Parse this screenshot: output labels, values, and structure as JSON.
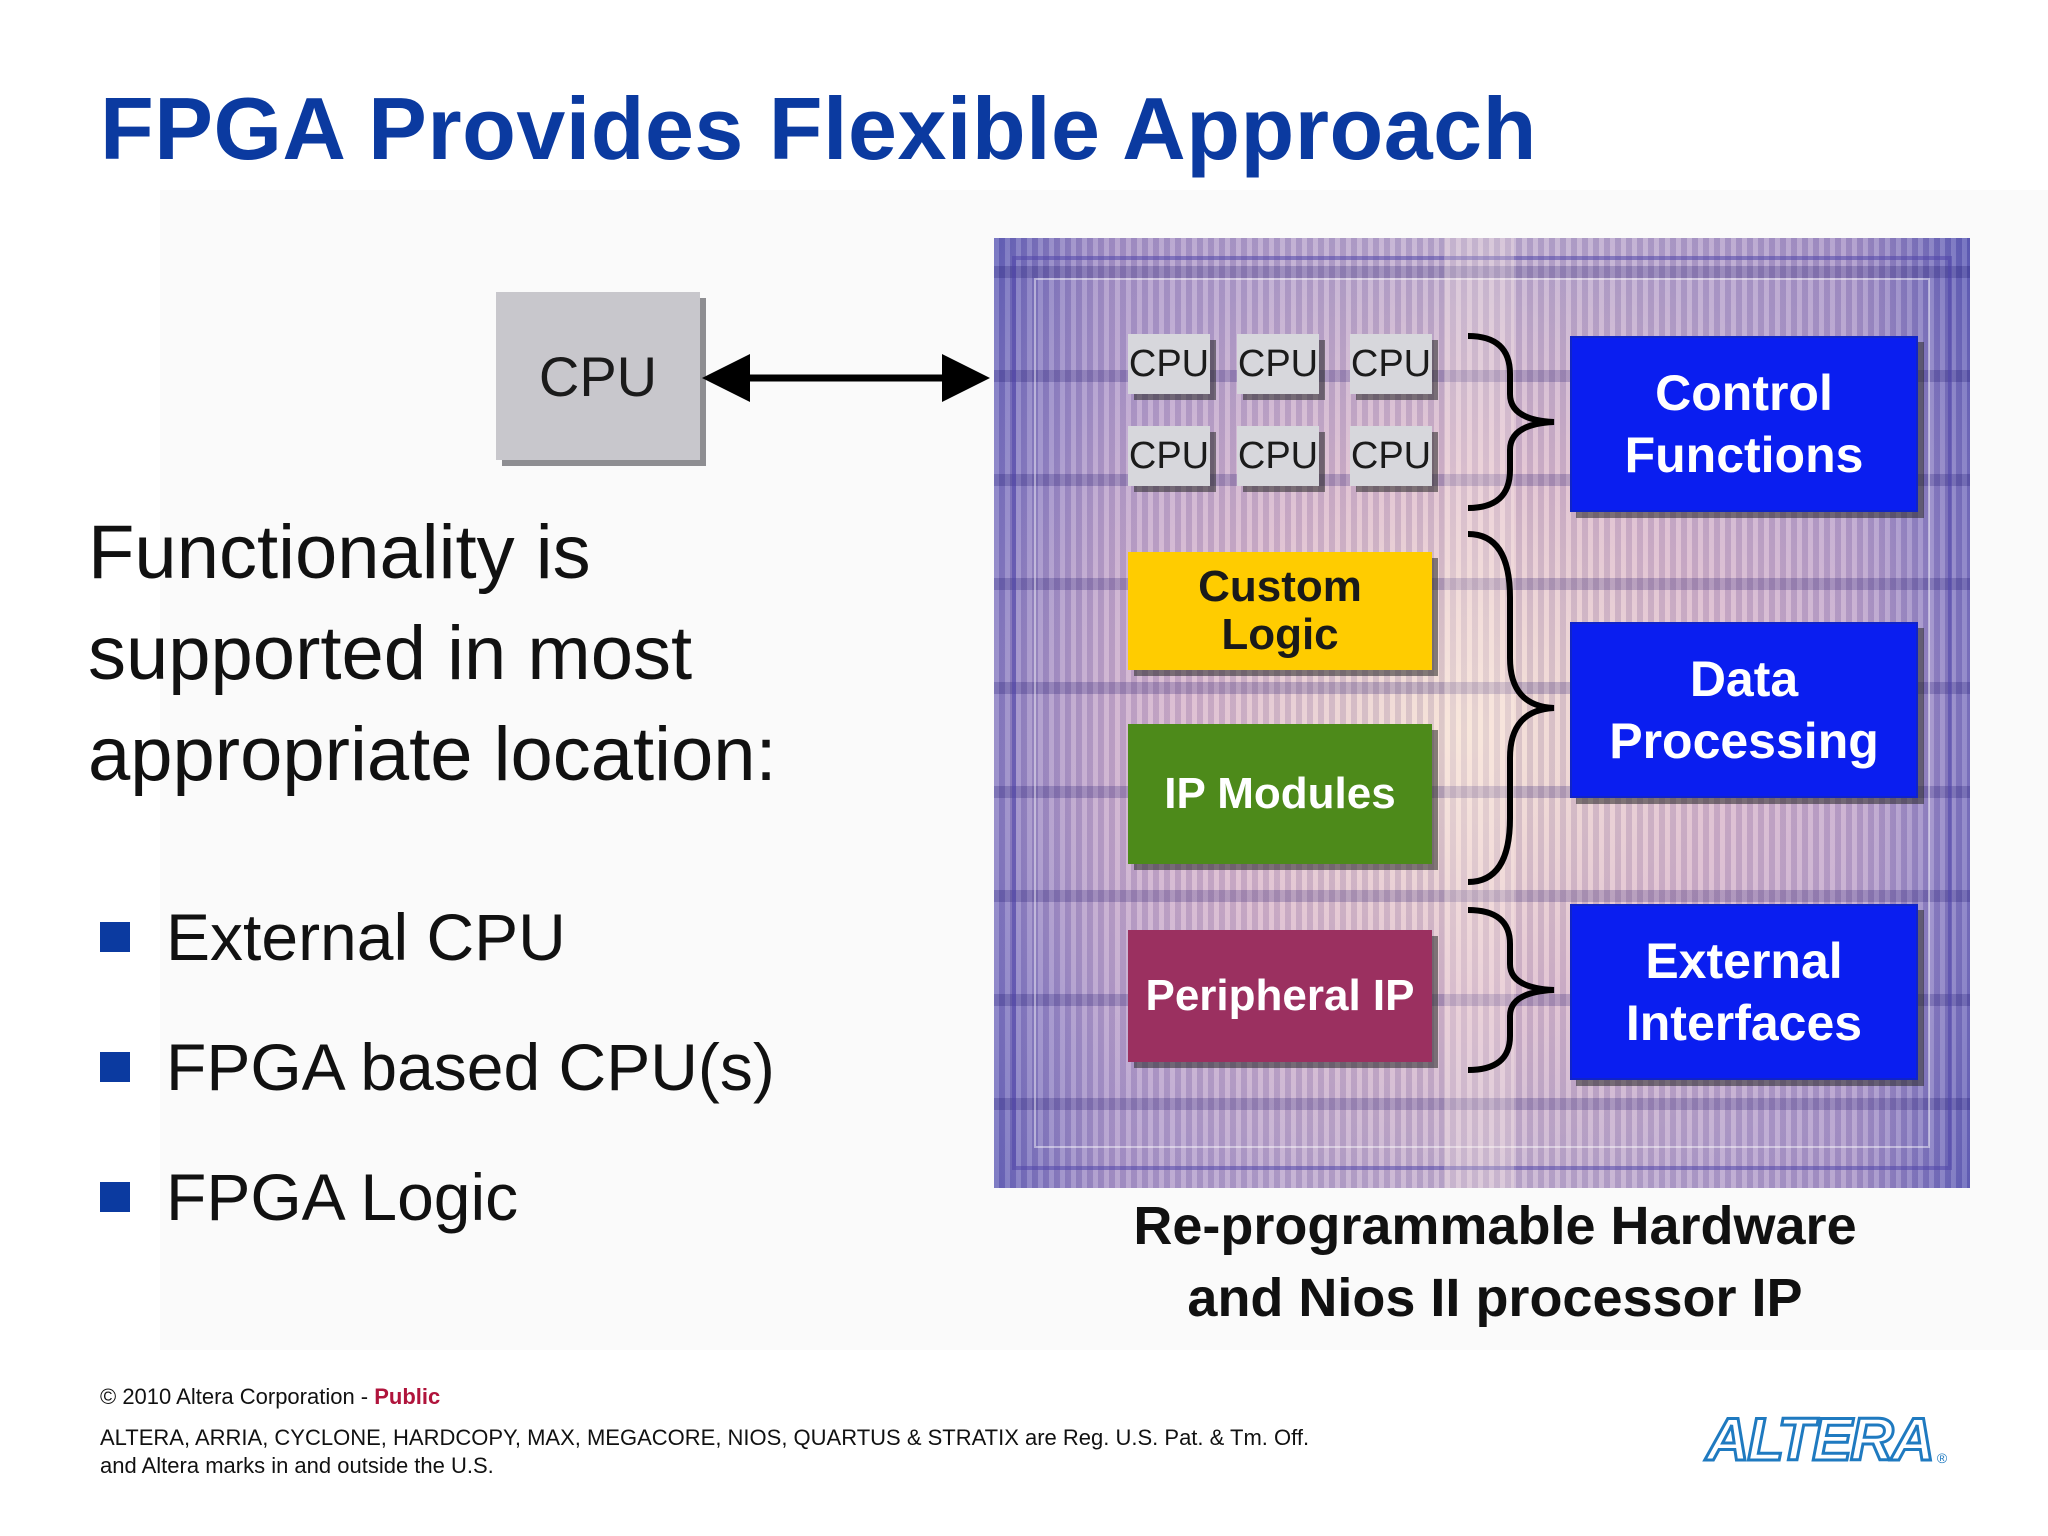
{
  "title": "FPGA Provides Flexible Approach",
  "external_cpu": {
    "label": "CPU"
  },
  "lead_text": {
    "line1": "Functionality is",
    "line2": "supported in most",
    "line3": "appropriate location:"
  },
  "bullets": [
    "External CPU",
    "FPGA based CPU(s)",
    "FPGA Logic"
  ],
  "chip": {
    "cpus": [
      "CPU",
      "CPU",
      "CPU",
      "CPU",
      "CPU",
      "CPU"
    ],
    "custom_logic": {
      "line1": "Custom",
      "line2": "Logic"
    },
    "ip_modules": "IP Modules",
    "peripheral_ip": "Peripheral IP",
    "control_functions": {
      "line1": "Control",
      "line2": "Functions"
    },
    "data_processing": {
      "line1": "Data",
      "line2": "Processing"
    },
    "external_interfaces": {
      "line1": "External",
      "line2": "Interfaces"
    }
  },
  "caption": {
    "line1": "Re-programmable Hardware",
    "line2": "and Nios II processor IP"
  },
  "footer": {
    "copyright": "© 2010 Altera Corporation - ",
    "visibility": "Public",
    "legal_line1": "ALTERA, ARRIA, CYCLONE, HARDCOPY, MAX, MEGACORE, NIOS, QUARTUS & STRATIX are Reg. U.S. Pat. & Tm. Off.",
    "legal_line2": "and Altera marks in and outside the U.S."
  },
  "logo": {
    "text": "ALTERA",
    "mark": "®"
  },
  "colors": {
    "title_blue": "#0b3aa0",
    "block_blue": "#0a1ef0",
    "custom_logic_yellow": "#ffcc00",
    "ip_modules_green": "#4d8a1a",
    "peripheral_ip_maroon": "#9b3060",
    "cpu_gray": "#c8c7cc",
    "public_red": "#b0143c",
    "logo_blue": "#1f7ac0"
  }
}
